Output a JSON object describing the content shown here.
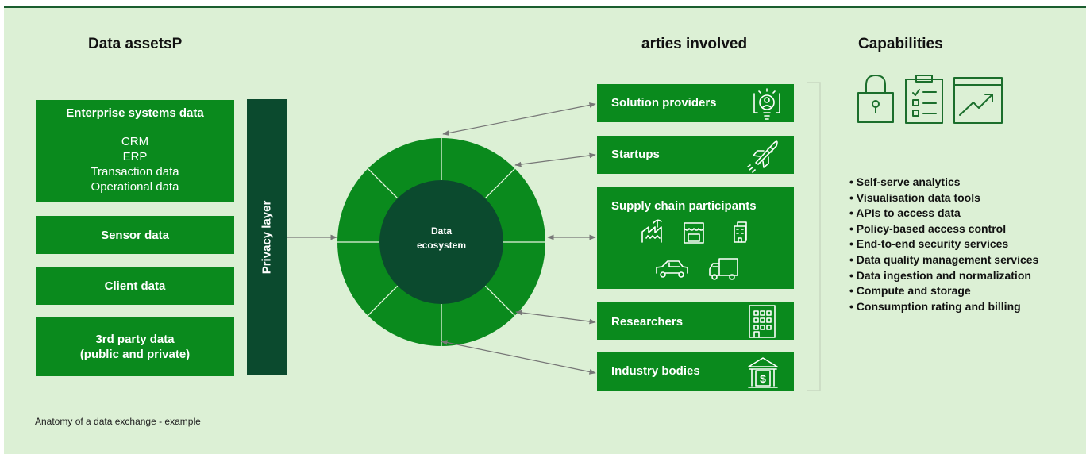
{
  "headings": {
    "data_assets": "Data assetsP",
    "parties": "arties involved",
    "capabilities": "Capabilities"
  },
  "data_assets": {
    "enterprise": {
      "title": "Enterprise systems data",
      "items": [
        "CRM",
        "ERP",
        "Transaction data",
        "Operational data"
      ]
    },
    "sensor": "Sensor data",
    "client": "Client data",
    "third_party": [
      "3rd party data",
      "(public and private)"
    ]
  },
  "privacy_layer": "Privacy layer",
  "ecosystem": [
    "Data",
    "ecosystem"
  ],
  "parties": [
    {
      "label": "Solution providers",
      "icon": "lightbulb-icon"
    },
    {
      "label": "Startups",
      "icon": "rocket-icon"
    },
    {
      "label": "Supply chain participants",
      "icons": [
        "factory-icon",
        "shop-icon",
        "building-icon",
        "car-icon",
        "truck-icon"
      ]
    },
    {
      "label": "Researchers",
      "icon": "office-building-icon"
    },
    {
      "label": "Industry bodies",
      "icon": "bank-icon"
    }
  ],
  "capability_icons": [
    "padlock-icon",
    "checklist-icon",
    "growth-chart-icon"
  ],
  "capabilities": [
    "Self-serve analytics",
    "Visualisation data tools",
    "APIs to access data",
    "Policy-based access control",
    "End-to-end security services",
    "Data quality management services",
    "Data ingestion and normalization",
    "Compute and storage",
    "Consumption rating and billing"
  ],
  "footnote": "Anatomy of a data exchange - example",
  "colors": {
    "background": "#dcf0d5",
    "green": "#0a8a1d",
    "dark_green": "#0b4a2e",
    "icon_green": "#1b6e2c",
    "arrow_gray": "#777777"
  }
}
